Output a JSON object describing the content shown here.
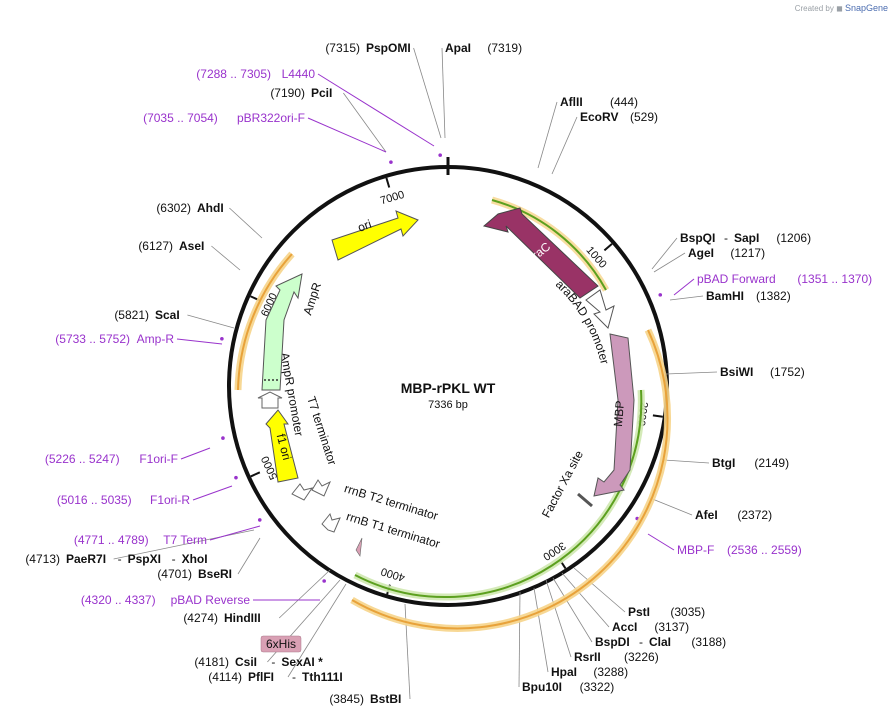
{
  "brand": {
    "created_by": "Created by",
    "app_name": "SnapGene"
  },
  "plasmid": {
    "name": "MBP-rPKL WT",
    "length_label": "7336 bp",
    "length": 7336
  },
  "colors": {
    "backbone": "#111111",
    "site_label": "#111111",
    "primer": "#9933cc",
    "cds_arrow": "#ffff00",
    "ampr": "#ccffcc",
    "arac": "#993366",
    "mbp": "#cc99bb",
    "his_tag": "#d9a0b4",
    "orf_orange": "#e8a23a",
    "orf_green": "#5ca01f"
  },
  "ticks": [
    {
      "pos": 1000,
      "label": "1000"
    },
    {
      "pos": 2000,
      "label": "2000"
    },
    {
      "pos": 3000,
      "label": "3000"
    },
    {
      "pos": 4000,
      "label": "4000"
    },
    {
      "pos": 5000,
      "label": "5000"
    },
    {
      "pos": 6000,
      "label": "6000"
    },
    {
      "pos": 7000,
      "label": "7000"
    }
  ],
  "sites": [
    {
      "pos": 7315,
      "coord": "(7315)",
      "name": "PspOMI"
    },
    {
      "pos": 7319,
      "name": "ApaI",
      "coord": "(7319)"
    },
    {
      "pos": 444,
      "name": "AflII",
      "coord": "(444)"
    },
    {
      "pos": 529,
      "name": "EcoRV",
      "coord": "(529)"
    },
    {
      "pos": 1206,
      "name": "BspQI",
      "extra": "SapI",
      "coord": "(1206)"
    },
    {
      "pos": 1217,
      "name": "AgeI",
      "coord": "(1217)"
    },
    {
      "pos": 1382,
      "name": "BamHI",
      "coord": "(1382)"
    },
    {
      "pos": 1752,
      "name": "BsiWI",
      "coord": "(1752)"
    },
    {
      "pos": 2149,
      "name": "BtgI",
      "coord": "(2149)"
    },
    {
      "pos": 2372,
      "name": "AfeI",
      "coord": "(2372)"
    },
    {
      "pos": 3035,
      "name": "PstI",
      "coord": "(3035)"
    },
    {
      "pos": 3137,
      "name": "AccI",
      "coord": "(3137)"
    },
    {
      "pos": 3188,
      "name": "BspDI",
      "extra": "ClaI",
      "coord": "(3188)"
    },
    {
      "pos": 3226,
      "name": "RsrII",
      "coord": "(3226)"
    },
    {
      "pos": 3288,
      "name": "HpaI",
      "coord": "(3288)"
    },
    {
      "pos": 3322,
      "name": "Bpu10I",
      "coord": "(3322)"
    },
    {
      "pos": 3845,
      "coord": "(3845)",
      "name": "BstBI"
    },
    {
      "pos": 4114,
      "coord": "(4114)",
      "name": "PflFI",
      "extra": "Tth111I"
    },
    {
      "pos": 4181,
      "coord": "(4181)",
      "name": "CsiI",
      "extra": "SexAI *"
    },
    {
      "pos": 4274,
      "coord": "(4274)",
      "name": "HindIII"
    },
    {
      "pos": 4701,
      "coord": "(4701)",
      "name": "BseRI"
    },
    {
      "pos": 4713,
      "coord": "(4713)",
      "name": "PaeR7I",
      "extra": "PspXI",
      "extra2": "XhoI"
    },
    {
      "pos": 5821,
      "coord": "(5821)",
      "name": "ScaI"
    },
    {
      "pos": 6127,
      "coord": "(6127)",
      "name": "AseI"
    },
    {
      "pos": 6302,
      "coord": "(6302)",
      "name": "AhdI"
    },
    {
      "pos": 7190,
      "coord": "(7190)",
      "name": "PciI"
    }
  ],
  "primers": [
    {
      "start": 7288,
      "end": 7305,
      "range": "(7288 .. 7305)",
      "name": "L4440"
    },
    {
      "start": 7035,
      "end": 7054,
      "range": "(7035 .. 7054)",
      "name": "pBR322ori-F"
    },
    {
      "start": 1351,
      "end": 1370,
      "name": "pBAD Forward",
      "range": "(1351 .. 1370)"
    },
    {
      "start": 2536,
      "end": 2559,
      "name": "MBP-F",
      "range": "(2536 .. 2559)"
    },
    {
      "start": 5733,
      "end": 5752,
      "range": "(5733 .. 5752)",
      "name": "Amp-R"
    },
    {
      "start": 5226,
      "end": 5247,
      "range": "(5226 .. 5247)",
      "name": "F1ori-F"
    },
    {
      "start": 5016,
      "end": 5035,
      "range": "(5016 .. 5035)",
      "name": "F1ori-R"
    },
    {
      "start": 4771,
      "end": 4789,
      "range": "(4771 .. 4789)",
      "name": "T7 Term"
    },
    {
      "start": 4320,
      "end": 4337,
      "range": "(4320 .. 4337)",
      "name": "pBAD Reverse"
    }
  ],
  "features": [
    {
      "name": "ori",
      "kind": "arrow"
    },
    {
      "name": "araC",
      "kind": "arrow"
    },
    {
      "name": "araBAD promoter",
      "kind": "promoter"
    },
    {
      "name": "MBP",
      "kind": "arrow"
    },
    {
      "name": "Factor Xa site",
      "kind": "site"
    },
    {
      "name": "6xHis",
      "kind": "tag"
    },
    {
      "name": "rrnB T1 terminator",
      "kind": "terminator"
    },
    {
      "name": "rrnB T2 terminator",
      "kind": "terminator"
    },
    {
      "name": "T7 terminator",
      "kind": "terminator"
    },
    {
      "name": "f1 ori",
      "kind": "arrow"
    },
    {
      "name": "AmpR promoter",
      "kind": "promoter"
    },
    {
      "name": "AmpR",
      "kind": "arrow"
    }
  ]
}
